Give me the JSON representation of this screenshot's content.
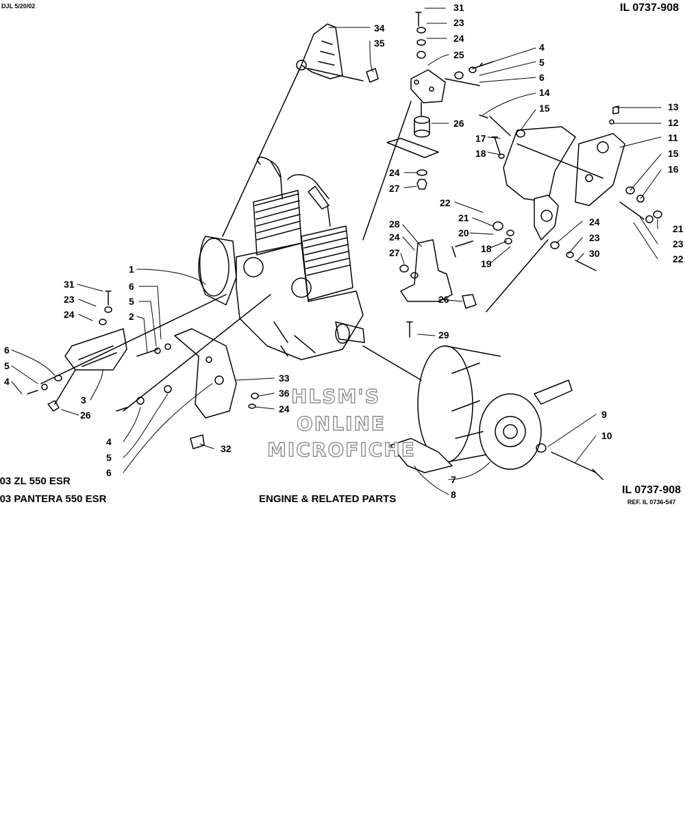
{
  "header": {
    "date_code": "DJL 5/20/02",
    "illustration_number": "IL 0737-908"
  },
  "footer": {
    "model_1": "'03 ZL 550 ESR",
    "model_2": "'03 PANTERA 550 ESR",
    "title": "ENGINE & RELATED PARTS",
    "illustration_number": "IL 0737-908",
    "reference": "REF. IL 0736-547"
  },
  "watermark": {
    "line_1": "HLSM'S",
    "line_2": "ONLINE",
    "line_3": "MICROFICHE"
  },
  "callouts": {
    "c31a": "31",
    "c23a": "23",
    "c24a": "24",
    "c25": "25",
    "c34": "34",
    "c35": "35",
    "c4a": "4",
    "c5a": "5",
    "c6a": "6",
    "c14": "14",
    "c15a": "15",
    "c13": "13",
    "c12": "12",
    "c11": "11",
    "c15b": "15",
    "c16": "16",
    "c26a": "26",
    "c17": "17",
    "c18a": "18",
    "c24b": "24",
    "c27a": "27",
    "c22a": "22",
    "c21a": "21",
    "c20": "20",
    "c18b": "18",
    "c19": "19",
    "c28": "28",
    "c24c": "24",
    "c27b": "27",
    "c24d": "24",
    "c23b": "23",
    "c30": "30",
    "c21b": "21",
    "c23c": "23",
    "c22b": "22",
    "c26b": "26",
    "c29": "29",
    "c1": "1",
    "c6b": "6",
    "c5b": "5",
    "c2": "2",
    "c31b": "31",
    "c23d": "23",
    "c24e": "24",
    "c6c": "6",
    "c5c": "5",
    "c4b": "4",
    "c3": "3",
    "c26c": "26",
    "c33": "33",
    "c36": "36",
    "c24f": "24",
    "c4c": "4",
    "c5d": "5",
    "c6d": "6",
    "c32": "32",
    "c9": "9",
    "c10": "10",
    "c7": "7",
    "c8": "8"
  }
}
